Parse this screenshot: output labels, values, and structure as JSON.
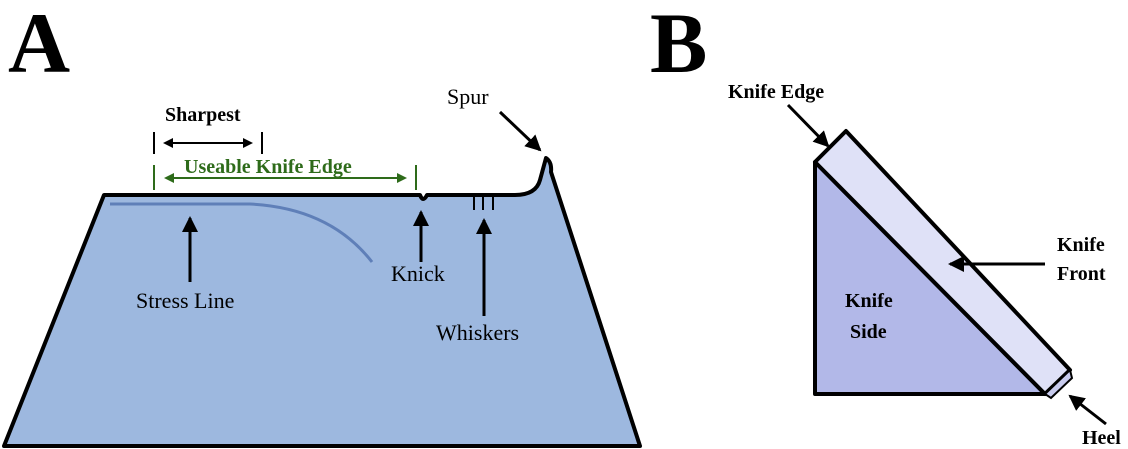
{
  "panel_a": {
    "letter": "A",
    "labels": {
      "sharpest": "Sharpest",
      "useable_knife_edge": "Useable Knife Edge",
      "spur": "Spur",
      "stress_line": "Stress Line",
      "knick": "Knick",
      "whiskers": "Whiskers"
    },
    "colors": {
      "knife_fill": "#9db8df",
      "stress_line": "#5f7fb8",
      "edge_bracket": "#2e6b1a"
    }
  },
  "panel_b": {
    "letter": "B",
    "labels": {
      "knife_edge": "Knife Edge",
      "knife_front_line1": "Knife",
      "knife_front_line2": "Front",
      "knife_side_line1": "Knife",
      "knife_side_line2": "Side",
      "heel": "Heel"
    },
    "colors": {
      "side_fill": "#b2b8e8",
      "front_fill": "#dfe1f7"
    }
  }
}
